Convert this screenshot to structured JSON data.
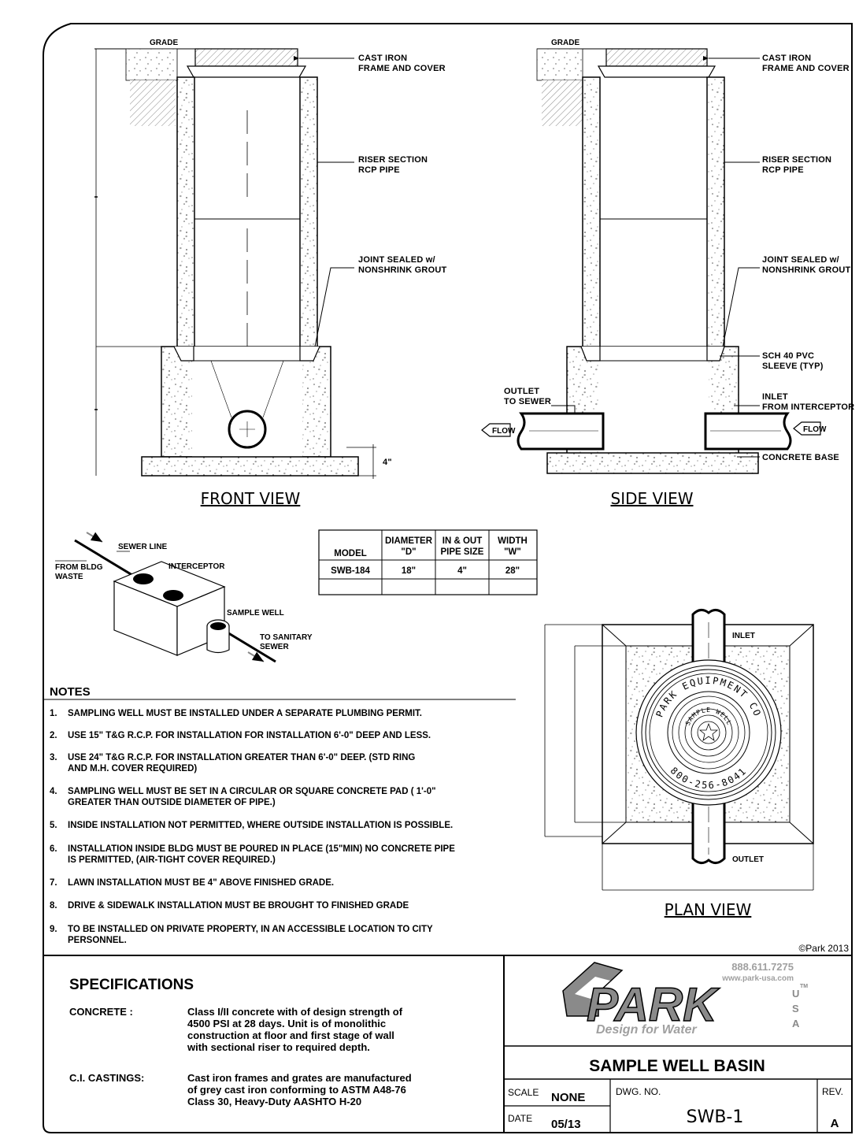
{
  "front_view": {
    "title": "FRONT VIEW",
    "grade": "GRADE",
    "cover_1": "CAST IRON",
    "cover_2": "FRAME AND COVER",
    "riser_1": "RISER SECTION",
    "riser_2": "RCP PIPE",
    "joint_1": "JOINT SEALED w/",
    "joint_2": "NONSHRINK GROUT",
    "base_dim": "4\""
  },
  "side_view": {
    "title": "SIDE VIEW",
    "grade": "GRADE",
    "cover_1": "CAST IRON",
    "cover_2": "FRAME AND COVER",
    "riser_1": "RISER SECTION",
    "riser_2": "RCP PIPE",
    "joint_1": "JOINT SEALED w/",
    "joint_2": "NONSHRINK GROUT",
    "sleeve_1": "SCH 40 PVC",
    "sleeve_2": "SLEEVE (TYP)",
    "outlet_1": "OUTLET",
    "outlet_2": "TO SEWER",
    "inlet_1": "INLET",
    "inlet_2": "FROM INTERCEPTOR",
    "flow_left": "FLOW",
    "flow_right": "FLOW",
    "base": "CONCRETE BASE"
  },
  "schematic": {
    "sewer_line": "SEWER LINE",
    "from_bldg_1": "FROM BLDG",
    "from_bldg_2": "WASTE",
    "interceptor": "INTERCEPTOR",
    "sample_well": "SAMPLE WELL",
    "to_sanitary_1": "TO SANITARY",
    "to_sanitary_2": "SEWER"
  },
  "table": {
    "headers": [
      [
        "MODEL"
      ],
      [
        "DIAMETER",
        "\"D\""
      ],
      [
        "IN & OUT",
        "PIPE SIZE"
      ],
      [
        "WIDTH",
        "\"W\""
      ]
    ],
    "rows": [
      [
        "SWB-184",
        "18\"",
        "4\"",
        "28\""
      ],
      [
        "",
        "",
        "",
        ""
      ]
    ]
  },
  "plan_view": {
    "title": "PLAN VIEW",
    "inlet": "INLET",
    "outlet": "OUTLET",
    "cover_ring_text": "PARK EQUIPMENT CO",
    "cover_phone_text": "800-256-8041",
    "cover_inner_text": "SAMPLE WELL"
  },
  "notes": {
    "heading": "NOTES",
    "items": [
      [
        "1.",
        "SAMPLING WELL MUST BE INSTALLED UNDER A SEPARATE PLUMBING PERMIT."
      ],
      [
        "2.",
        "USE 15\" T&G R.C.P. FOR INSTALLATION FOR INSTALLATION 6'-0\" DEEP AND LESS."
      ],
      [
        "3.",
        "USE 24\" T&G R.C.P. FOR INSTALLATION GREATER THAN 6'-0\" DEEP. (STD RING",
        "AND M.H. COVER REQUIRED)"
      ],
      [
        "4.",
        "SAMPLING WELL MUST BE SET IN A CIRCULAR OR SQUARE CONCRETE PAD ( 1'-0\"",
        "GREATER THAN OUTSIDE DIAMETER OF PIPE.)"
      ],
      [
        "5.",
        "INSIDE INSTALLATION NOT PERMITTED, WHERE OUTSIDE INSTALLATION IS POSSIBLE."
      ],
      [
        "6.",
        "INSTALLATION INSIDE BLDG MUST BE POURED IN PLACE (15\"MIN) NO CONCRETE PIPE",
        "IS PERMITTED, (AIR-TIGHT COVER REQUIRED.)"
      ],
      [
        "7.",
        "LAWN INSTALLATION MUST BE 4\" ABOVE FINISHED GRADE."
      ],
      [
        "8.",
        "DRIVE & SIDEWALK INSTALLATION MUST BE BROUGHT TO FINISHED GRADE"
      ],
      [
        "9.",
        "TO BE INSTALLED ON PRIVATE PROPERTY, IN AN ACCESSIBLE LOCATION TO CITY",
        "PERSONNEL."
      ]
    ]
  },
  "copyright": "©Park 2013",
  "specifications": {
    "heading": "SPECIFICATIONS",
    "concrete_label": "CONCRETE :",
    "concrete_text": [
      "Class I/II concrete with of design strength of",
      "4500 PSI at 28 days.  Unit is of monolithic",
      "construction at floor and first stage of wall",
      "with sectional riser to required depth."
    ],
    "castings_label": "C.I. CASTINGS:",
    "castings_text": [
      "Cast iron frames and grates are manufactured",
      "of grey cast iron conforming to ASTM A48-76",
      "Class 30, Heavy-Duty AASHTO H-20"
    ]
  },
  "title_block": {
    "phone": "888.611.7275",
    "website": "www.park-usa.com",
    "logo_word": "PARK",
    "logo_usa": [
      "U",
      "S",
      "A"
    ],
    "logo_tm": "TM",
    "tagline": "Design for Water",
    "drawing_title": "SAMPLE WELL BASIN",
    "scale_label": "SCALE",
    "scale_value": "NONE",
    "date_label": "DATE",
    "date_value": "05/13",
    "dwg_label": "DWG. NO.",
    "dwg_value": "SWB-1",
    "rev_label": "REV.",
    "rev_value": "A"
  },
  "colors": {
    "line": "#000000",
    "logo_gray": "#8a8a8a",
    "tagline_gray": "#a0a0a0",
    "concrete_speckle": "#6b6b6b"
  }
}
